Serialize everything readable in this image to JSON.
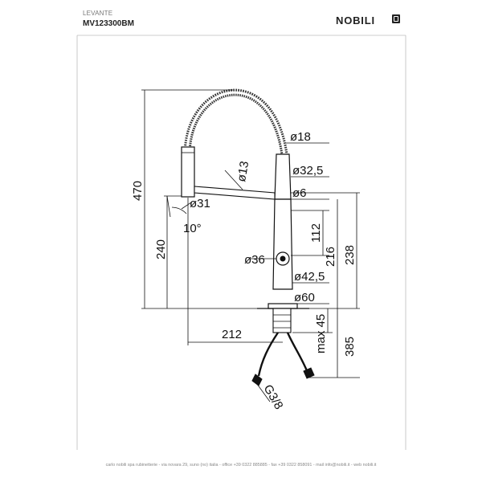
{
  "header": {
    "series": "LEVANTE",
    "code": "MV123300BM",
    "brand": "NOBILI"
  },
  "dimensions": {
    "d18": "ø18",
    "d13": "ø13",
    "d32_5": "ø32,5",
    "d6": "ø6",
    "d31": "ø31",
    "angle": "10°",
    "h470": "470",
    "h240": "240",
    "h112": "112",
    "h216": "216",
    "h238": "238",
    "d36": "ø36",
    "d42_5": "ø42,5",
    "d60": "ø60",
    "max45": "max 45",
    "w212": "212",
    "h385": "385",
    "thread": "G3/8"
  },
  "footer": {
    "text": "carlo nobili spa rubinetterie - via novara 29, suno (no) italia - office +39 0322 885885 - fax +39 0322 858091 - mail info@nobili.it - web nobili.it"
  }
}
